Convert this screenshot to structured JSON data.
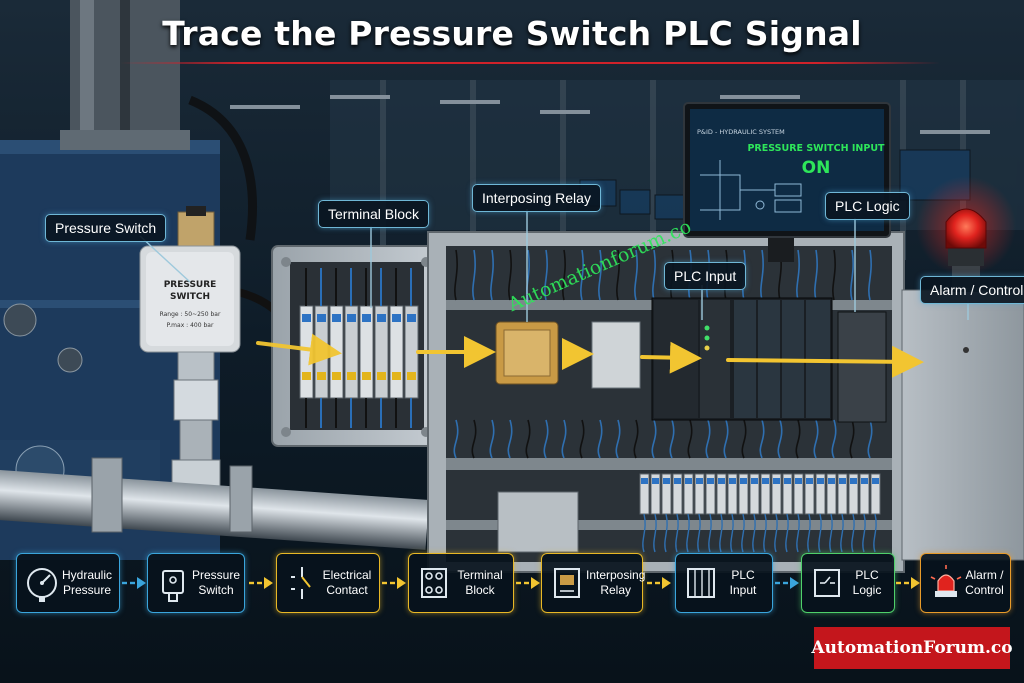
{
  "title": "Trace the Pressure Switch PLC Signal",
  "callouts": {
    "pressure_switch": "Pressure Switch",
    "terminal_block": "Terminal Block",
    "interposing_relay": "Interposing Relay",
    "plc_input": "PLC Input",
    "plc_logic": "PLC Logic",
    "alarm_control": "Alarm / Control"
  },
  "device_label": {
    "line1": "PRESSURE",
    "line2": "SWITCH",
    "range": "Range : 50~250 bar",
    "pmax": "P.max : 400 bar"
  },
  "monitor": {
    "header": "P&ID - HYDRAULIC SYSTEM",
    "status_title": "PRESSURE SWITCH INPUT",
    "status_value": "ON"
  },
  "flow": [
    {
      "line1": "Hydraulic",
      "line2": "Pressure",
      "icon": "pressure-gauge-icon"
    },
    {
      "line1": "Pressure",
      "line2": "Switch",
      "icon": "pressure-switch-icon"
    },
    {
      "line1": "Electrical",
      "line2": "Contact",
      "icon": "contact-icon"
    },
    {
      "line1": "Terminal",
      "line2": "Block",
      "icon": "terminal-block-icon"
    },
    {
      "line1": "Interposing",
      "line2": "Relay",
      "icon": "relay-icon"
    },
    {
      "line1": "PLC Input",
      "line2": "",
      "icon": "plc-input-icon"
    },
    {
      "line1": "PLC Logic",
      "line2": "",
      "icon": "plc-logic-icon"
    },
    {
      "line1": "Alarm /",
      "line2": "Control",
      "icon": "alarm-icon"
    }
  ],
  "watermark": "Automationforum.co",
  "brand": "AutomationForum.co",
  "colors": {
    "callout_border": "#6fb7d6",
    "signal_arrow": "#f2c531",
    "title_underline": "#d0222a",
    "brand_bg": "#c4161c",
    "watermark": "#2ee65a",
    "alarm_beacon": "#e0231e",
    "monitor_status": "#2ee65a"
  }
}
